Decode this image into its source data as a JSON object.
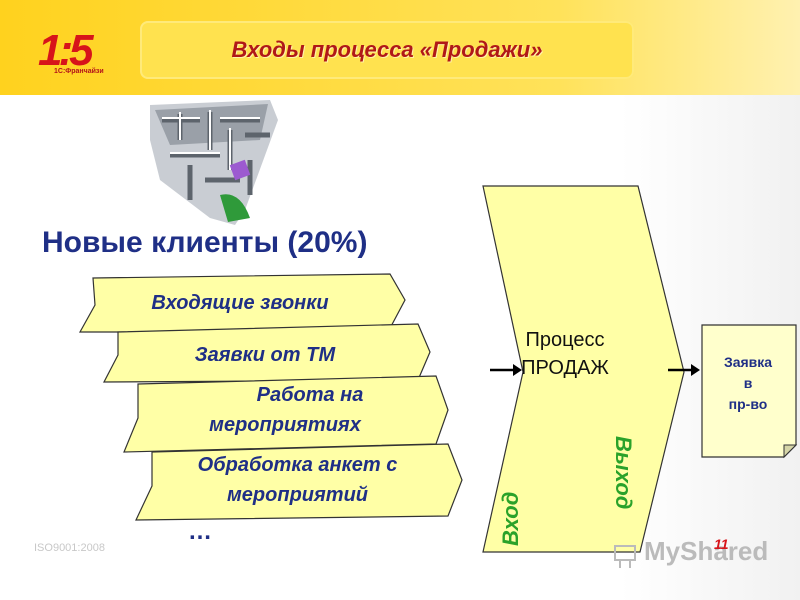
{
  "logo": {
    "mark": "1:5",
    "sub": "1С:Франчайзи"
  },
  "title": "Входы процесса «Продажи»",
  "heading": "Новые клиенты (20%)",
  "inputs": [
    {
      "line1": "Входящие звонки",
      "line2": ""
    },
    {
      "line1": "Заявки от ТМ",
      "line2": ""
    },
    {
      "line1": "Работа на",
      "line2": "мероприятиях"
    },
    {
      "line1": "Обработка анкет с",
      "line2": "мероприятий"
    }
  ],
  "ellipsis": "…",
  "process": {
    "line1": "Процесс",
    "line2": "ПРОДАЖ",
    "input_label": "Вход",
    "output_label": "Выход"
  },
  "request": {
    "line1": "Заявка",
    "line2": "в",
    "line3": "пр-во"
  },
  "footer": {
    "iso": "ISO9001:2008",
    "page": "11",
    "watermark": "MyShared"
  },
  "icons": {
    "maze": "maze-illustration-icon"
  },
  "colors": {
    "brand_red": "#d7141a",
    "banner_yellow": "#ffffa6",
    "text_navy": "#1f2f86",
    "label_green": "#2aa22a"
  }
}
